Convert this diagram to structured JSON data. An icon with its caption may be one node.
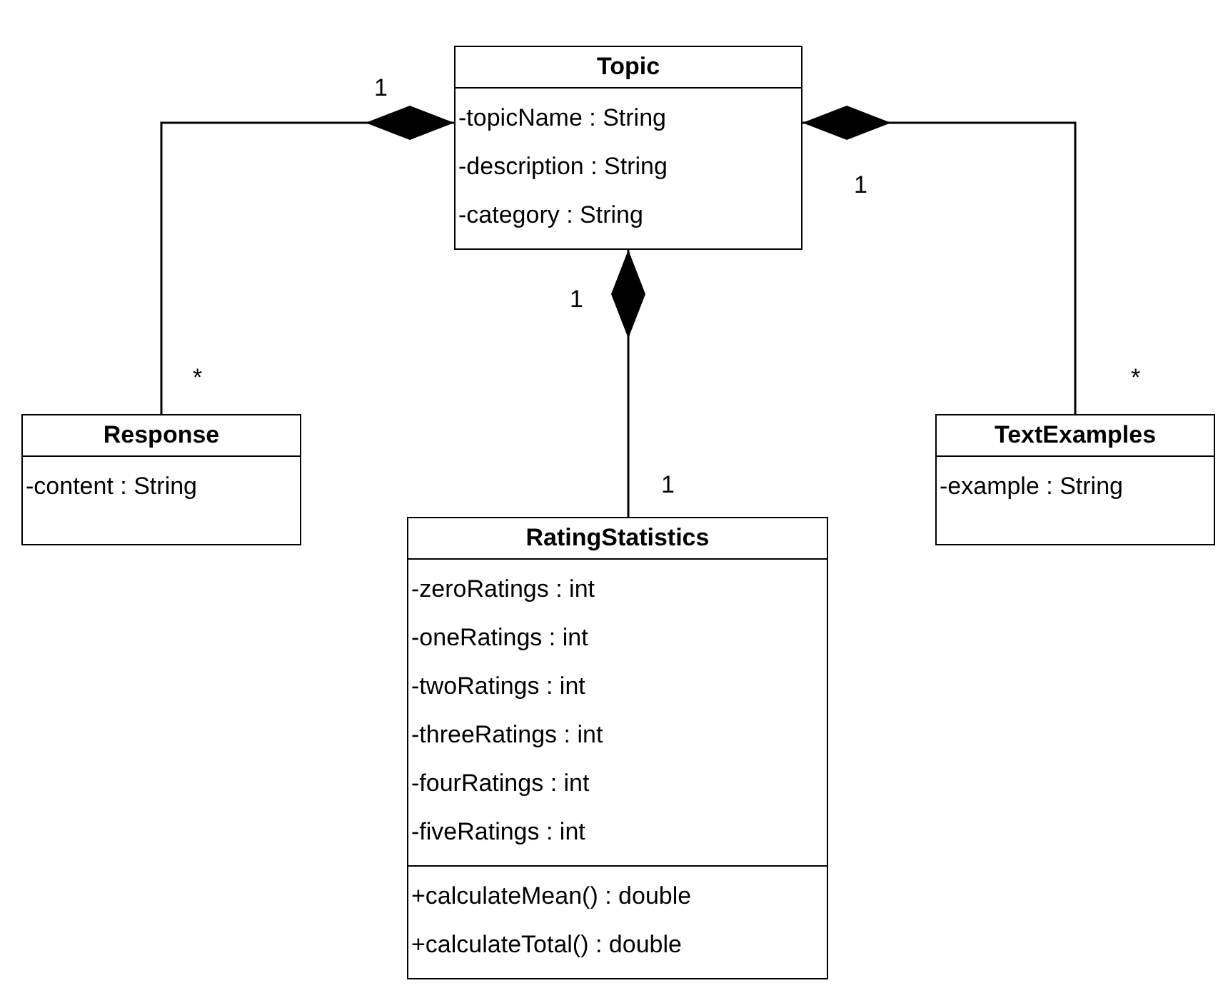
{
  "diagram": {
    "nodes": [
      {
        "text": [
          "Topic",
          "-topicName : String",
          "-description : String",
          "-category : String"
        ]
      },
      {
        "text": [
          "Response",
          "-content : String"
        ]
      },
      {
        "text": [
          "TextExamples",
          "-example : String"
        ]
      },
      {
        "text": [
          "RatingStatistics",
          "-zeroRatings : int",
          "-oneRatings : int",
          "-twoRatings : int",
          "-threeRatings : int",
          "-fourRatings : int",
          "-fiveRatings : int",
          "+calculateMean() : double",
          "+calculateTotal() : double"
        ]
      }
    ],
    "edges": [
      {
        "from": 0,
        "to": 1,
        "arrow": "other"
      },
      {
        "from": 0,
        "to": 2,
        "arrow": "other"
      },
      {
        "from": 0,
        "to": 3,
        "arrow": "other"
      }
    ],
    "labels": [
      "1",
      "1",
      "1",
      "*",
      "*",
      "1"
    ]
  }
}
